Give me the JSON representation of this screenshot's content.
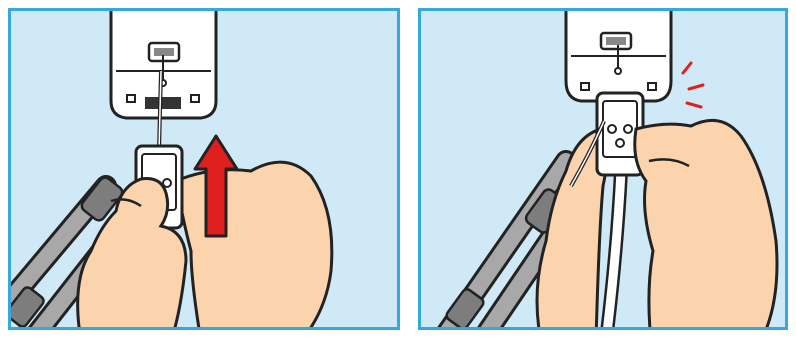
{
  "figure": {
    "panels": [
      {
        "id": "left",
        "step": "insert-strap-and-pull-lock"
      },
      {
        "id": "right",
        "step": "connector-clicks-into-remote"
      }
    ],
    "colors": {
      "background": "#cfe9f7",
      "border": "#34a9dc",
      "skin": "#fbd4ad",
      "outline": "#222222",
      "remote": "#ffffff",
      "strap": "#9a9a9a",
      "arrow": "#e0201e",
      "click_marks": "#e0201e"
    },
    "icons": [
      "up-arrow-icon",
      "click-sound-icon"
    ]
  }
}
